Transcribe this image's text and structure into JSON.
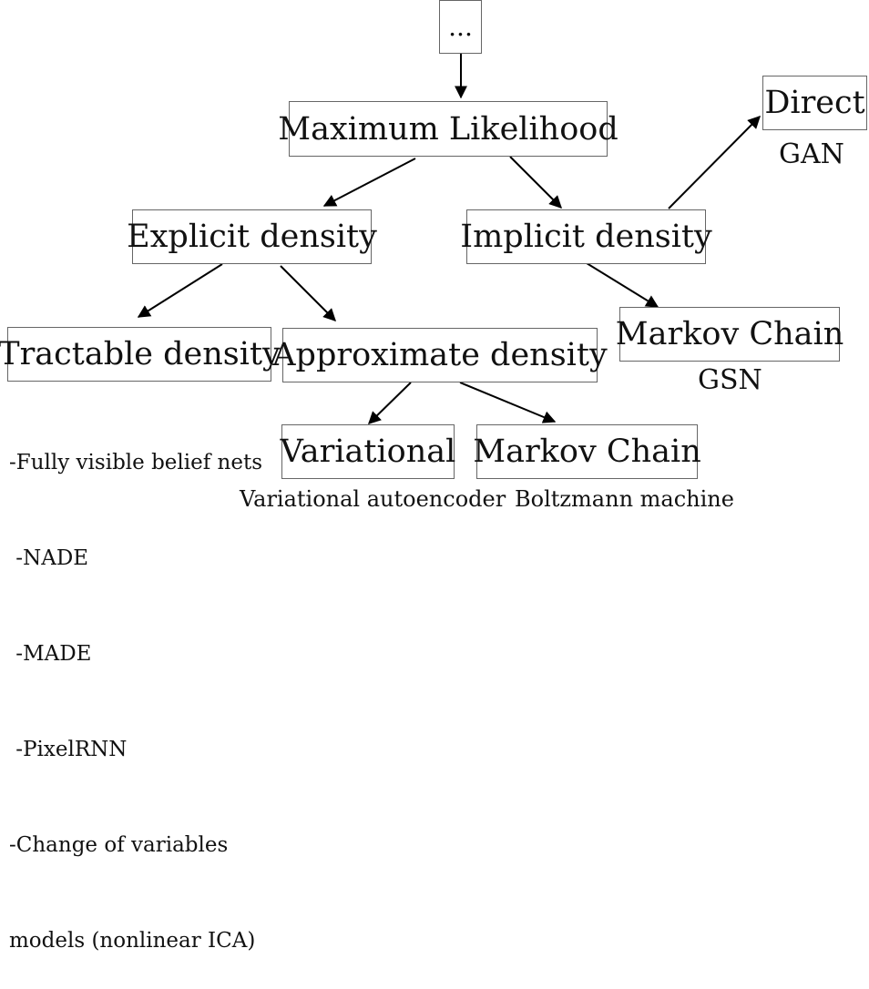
{
  "nodes": {
    "root": "...",
    "ml": "Maximum Likelihood",
    "explicit": "Explicit density",
    "implicit": "Implicit density",
    "direct": "Direct",
    "tractable": "Tractable density",
    "approximate": "Approximate density",
    "markov_implicit": "Markov Chain",
    "variational": "Variational",
    "markov_approx": "Markov Chain"
  },
  "labels": {
    "gan": "GAN",
    "gsn": "GSN",
    "variational_autoencoder": "Variational autoencoder",
    "boltzmann_machine": "Boltzmann machine",
    "tractable_items": [
      "-Fully visible belief nets",
      " -NADE",
      " -MADE",
      " -PixelRNN",
      "-Change of variables",
      "models (nonlinear ICA)"
    ]
  }
}
